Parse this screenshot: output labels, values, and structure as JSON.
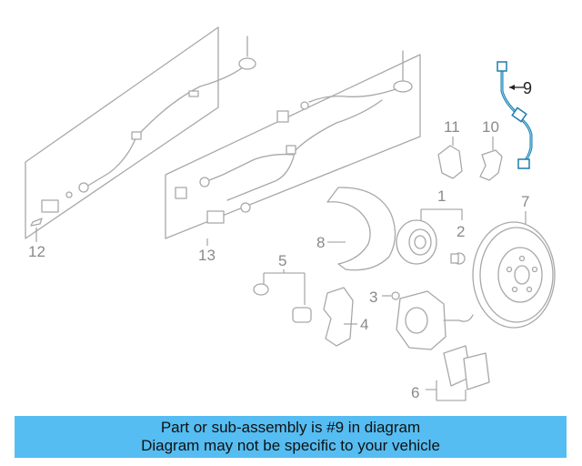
{
  "callouts": {
    "c1": "1",
    "c2": "2",
    "c3": "3",
    "c4": "4",
    "c5": "5",
    "c6": "6",
    "c7": "7",
    "c8": "8",
    "c9": "9",
    "c10": "10",
    "c11": "11",
    "c12": "12",
    "c13": "13"
  },
  "highlight": {
    "part": "9",
    "color": "#1e7ea8"
  },
  "banner": {
    "line1": "Part or sub-assembly is #9 in diagram",
    "line2": "Diagram may not be specific to your vehicle",
    "background": "#55bdf2"
  }
}
